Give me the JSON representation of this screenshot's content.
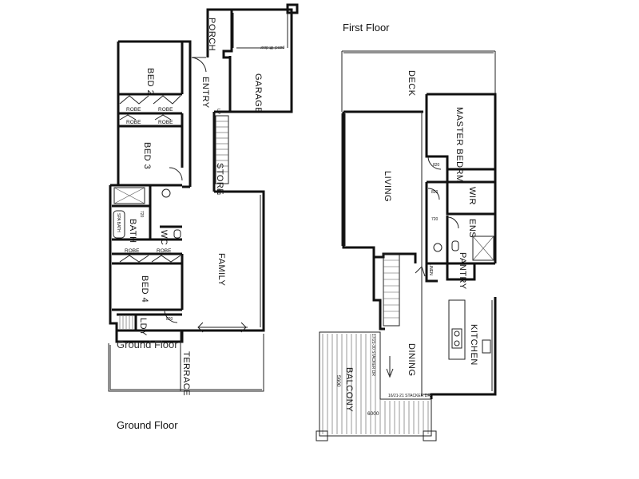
{
  "captions": {
    "first_floor": "First Floor",
    "ground_floor": "Ground Floor",
    "ground_floor_overlay": "Ground Floor"
  },
  "ground": {
    "rooms": {
      "bed2": "BED 2",
      "bed3": "BED 3",
      "bed4": "BED 4",
      "bath": "BATH",
      "wc": "WC",
      "spa_bath": "SPA BATH",
      "ldy": "LDY",
      "entry": "ENTRY",
      "porch": "PORCH",
      "garage": "GARAGE",
      "store": "STORE",
      "family": "FAMILY",
      "terrace": "TERRACE"
    },
    "robe": "ROBE",
    "notes": {
      "up": "UP",
      "garage_door": "panel lift door",
      "d820": "820",
      "d720": "720"
    }
  },
  "first": {
    "rooms": {
      "deck": "DECK",
      "master": "MASTER BEDRM",
      "living": "LIVING",
      "wir": "WIR",
      "ens": "ENS",
      "pantry": "PANTRY",
      "linen": "LINEN",
      "kitchen": "KITCHEN",
      "dining": "DINING",
      "balcony": "BALCONY"
    },
    "notes": {
      "d820": "820",
      "d720": "720",
      "stacker1": "17/21-30 STACKER DR",
      "stacker2": "16/21-21 STACKER DR",
      "dim5600": "5600",
      "dim6000": "6000"
    }
  }
}
